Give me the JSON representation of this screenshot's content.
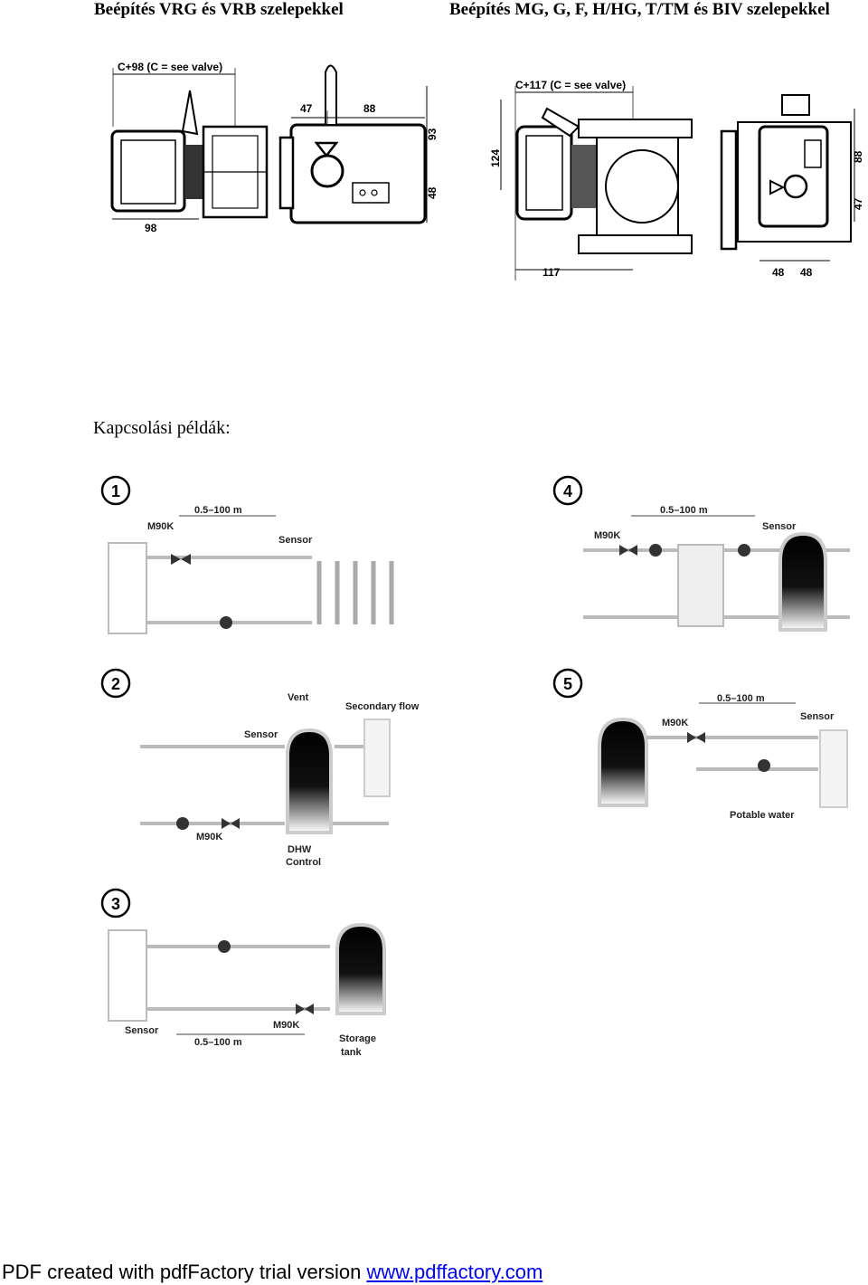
{
  "header": {
    "left_title": "Beépítés VRG és VRB szelepekkel",
    "right_title": "Beépítés MG, G, F, H/HG, T/TM és BIV szelepekkel"
  },
  "drawing_left": {
    "top_dim": "C+98 (C = see valve)",
    "dim_47": "47",
    "dim_88": "88",
    "dim_93": "93",
    "dim_48": "48",
    "dim_98": "98"
  },
  "drawing_right": {
    "top_dim": "C+117 (C = see valve)",
    "dim_124": "124",
    "dim_117": "117",
    "dim_88": "88",
    "dim_47": "47",
    "dim_48a": "48",
    "dim_48b": "48"
  },
  "section_title": "Kapcsolási példák:",
  "examples": {
    "ex1": {
      "number": "1",
      "range": "0.5–100 m",
      "actuator": "M90K",
      "sensor": "Sensor"
    },
    "ex2": {
      "number": "2",
      "vent": "Vent",
      "secondary": "Secondary flow",
      "sensor": "Sensor",
      "actuator": "M90K",
      "dhw1": "DHW",
      "dhw2": "Control"
    },
    "ex3": {
      "number": "3",
      "sensor": "Sensor",
      "range": "0.5–100 m",
      "actuator": "M90K",
      "tank1": "Storage",
      "tank2": "tank"
    },
    "ex4": {
      "number": "4",
      "range": "0.5–100 m",
      "actuator": "M90K",
      "sensor": "Sensor"
    },
    "ex5": {
      "number": "5",
      "range": "0.5–100 m",
      "actuator": "M90K",
      "sensor": "Sensor",
      "potable": "Potable water"
    }
  },
  "footer": {
    "prefix": "PDF created with pdfFactory trial version ",
    "link": "www.pdffactory.com"
  }
}
